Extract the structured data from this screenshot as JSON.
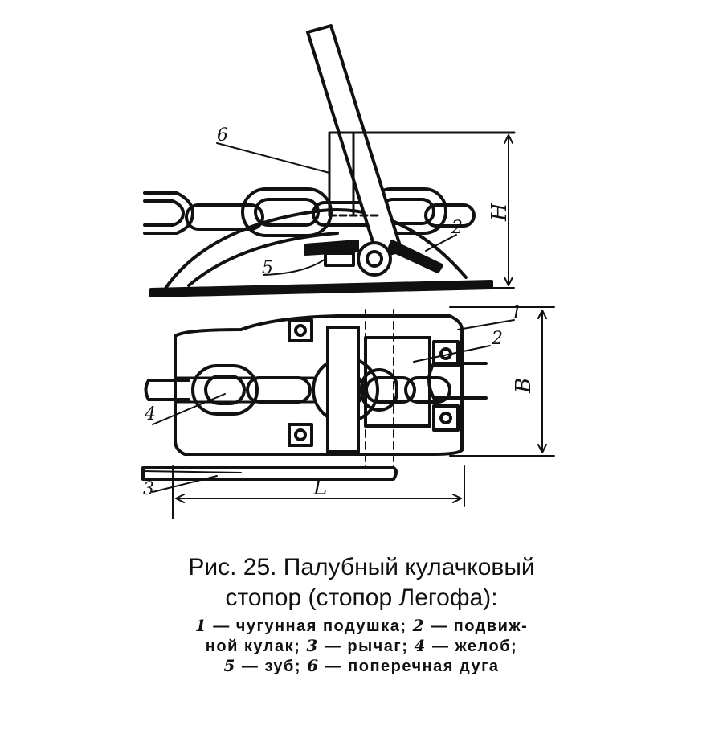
{
  "figure": {
    "labels": {
      "l1": "1",
      "l2a": "2",
      "l2b": "2",
      "l3": "3",
      "l4": "4",
      "l5": "5",
      "l6": "6",
      "dimH": "H",
      "dimB": "B",
      "dimL": "L"
    }
  },
  "caption": {
    "line1": "Рис. 25. Палубный кулачковый",
    "line2": "стопор (стопор Легофа):"
  },
  "legend": {
    "line1": [
      {
        "num": "1",
        "text": " — чугунная подушка; "
      },
      {
        "num": "2",
        "text": " — подвиж-"
      }
    ],
    "line2": [
      {
        "num": "",
        "text": "ной кулак; "
      },
      {
        "num": "3",
        "text": " — рычаг; "
      },
      {
        "num": "4",
        "text": " — желоб;"
      }
    ],
    "line3": [
      {
        "num": "5",
        "text": " — зуб; "
      },
      {
        "num": "6",
        "text": " — поперечная дуга"
      }
    ]
  }
}
